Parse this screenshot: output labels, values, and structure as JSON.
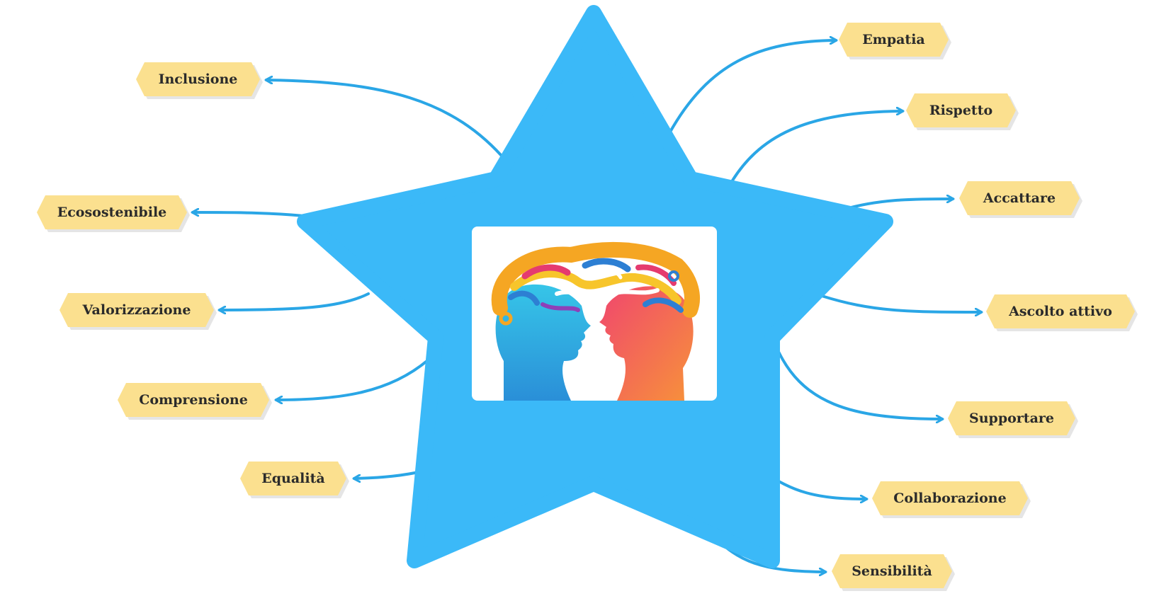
{
  "colors": {
    "star": "#3bb9f8",
    "connector": "#2aa6e6",
    "node_fill": "#fbe08f",
    "text": "#2b2b2b"
  },
  "nodes": [
    {
      "id": "inclusione",
      "label": "Inclusione"
    },
    {
      "id": "ecosostenibile",
      "label": "Ecosostenibile"
    },
    {
      "id": "valorizzazione",
      "label": "Valorizzazione"
    },
    {
      "id": "comprensione",
      "label": "Comprensione"
    },
    {
      "id": "equalita",
      "label": "Equalità"
    },
    {
      "id": "empatia",
      "label": "Empatia"
    },
    {
      "id": "rispetto",
      "label": "Rispetto"
    },
    {
      "id": "accattare",
      "label": "Accattare"
    },
    {
      "id": "ascolto-attivo",
      "label": "Ascolto attivo"
    },
    {
      "id": "supportare",
      "label": "Supportare"
    },
    {
      "id": "collaborazione",
      "label": "Collaborazione"
    },
    {
      "id": "sensibilita",
      "label": "Sensibilità"
    }
  ],
  "center_image": {
    "icon": "two-heads-watercolor-illustration"
  }
}
